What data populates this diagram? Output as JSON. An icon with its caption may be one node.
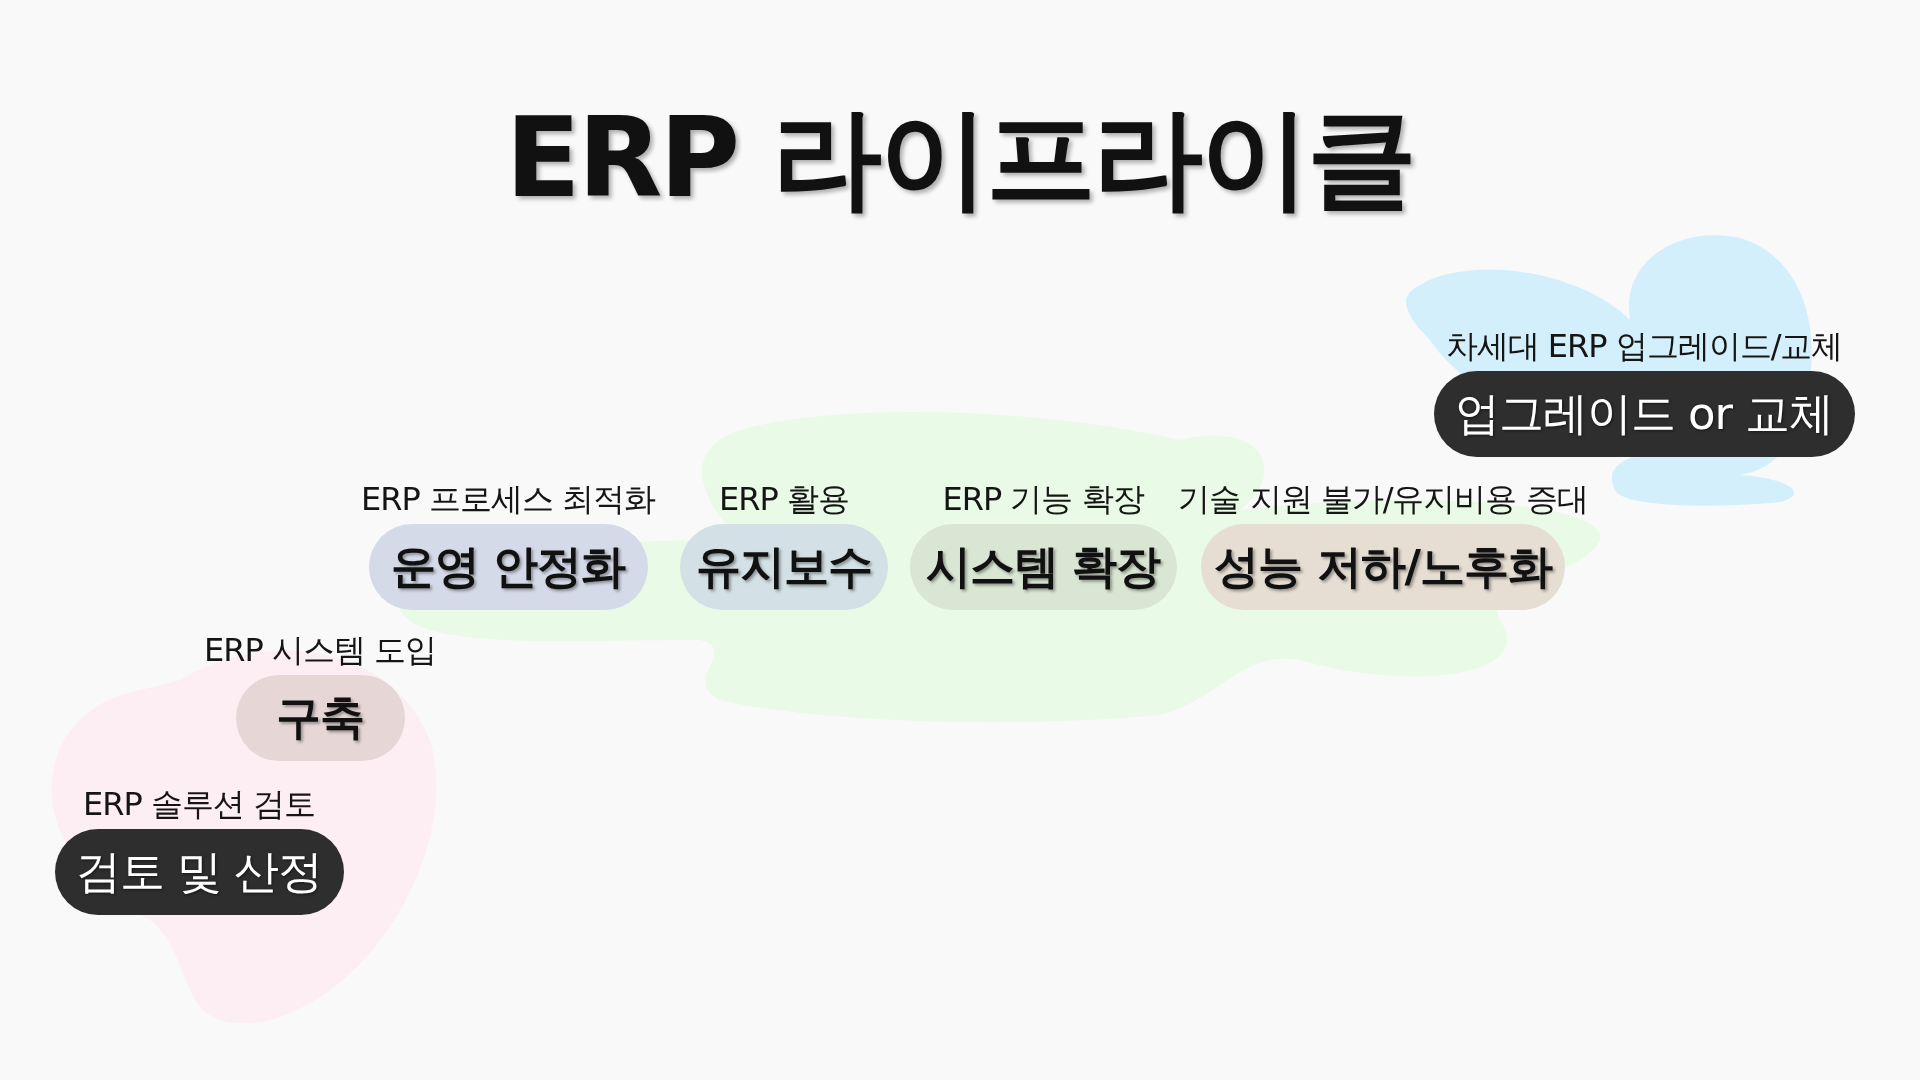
{
  "diagram": {
    "title": "ERP 라이프라이클",
    "nodes": [
      {
        "text": [
          "ERP 솔루션 검토",
          "검토 및 산정"
        ]
      },
      {
        "text": [
          "ERP 시스템 도입",
          "구축"
        ]
      },
      {
        "text": [
          "ERP 프로세스 최적화",
          "운영 안정화"
        ]
      },
      {
        "text": [
          "ERP 활용",
          "유지보수"
        ]
      },
      {
        "text": [
          "ERP 기능 확장",
          "시스템 확장"
        ]
      },
      {
        "text": [
          "기술 지원 불가/유지비용 증대",
          "성능 저하/노후화"
        ]
      },
      {
        "text": [
          "차세대 ERP 업그레이드/교체",
          "업그레이드 or 교체"
        ]
      }
    ]
  }
}
